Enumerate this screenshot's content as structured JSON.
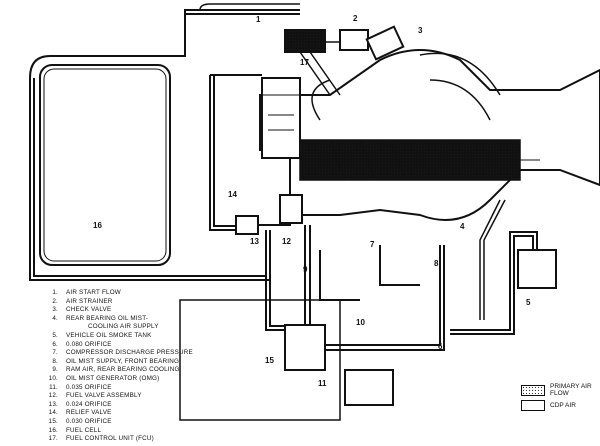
{
  "callouts": [
    "1",
    "2",
    "3",
    "4",
    "5",
    "6",
    "7",
    "8",
    "9",
    "10",
    "11",
    "12",
    "13",
    "14",
    "15",
    "16",
    "17"
  ],
  "legend": [
    {
      "n": "1.",
      "t": "AIR START FLOW"
    },
    {
      "n": "2.",
      "t": "AIR STRAINER"
    },
    {
      "n": "3.",
      "t": "CHECK VALVE"
    },
    {
      "n": "4.",
      "t": "REAR BEARING OIL MIST-"
    },
    {
      "n": "",
      "t": "COOLING AIR SUPPLY"
    },
    {
      "n": "5.",
      "t": "VEHICLE OIL SMOKE TANK"
    },
    {
      "n": "6.",
      "t": "0.080 ORIFICE"
    },
    {
      "n": "7.",
      "t": "COMPRESSOR DISCHARGE PRESSURE"
    },
    {
      "n": "8.",
      "t": "OIL MIST SUPPLY, FRONT BEARING"
    },
    {
      "n": "9.",
      "t": "RAM AIR, REAR BEARING COOLING"
    },
    {
      "n": "10.",
      "t": "OIL MIST GENERATOR (OMG)"
    },
    {
      "n": "11.",
      "t": "0.035 ORIFICE"
    },
    {
      "n": "12.",
      "t": "FUEL VALVE ASSEMBLY"
    },
    {
      "n": "13.",
      "t": "0.024 ORIFICE"
    },
    {
      "n": "14.",
      "t": "RELIEF VALVE"
    },
    {
      "n": "15.",
      "t": "0.030 ORIFICE"
    },
    {
      "n": "16.",
      "t": "FUEL CELL"
    },
    {
      "n": "17.",
      "t": "FUEL CONTROL UNIT (FCU)"
    }
  ],
  "key": {
    "primary": "PRIMARY AIR FLOW",
    "cdp": "CDP AIR"
  }
}
